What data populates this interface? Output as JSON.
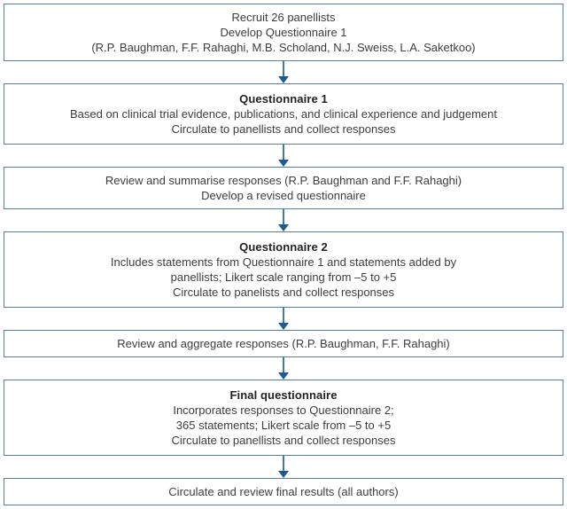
{
  "theme": {
    "background": "#ffffff",
    "border_color": "#56809e",
    "arrow_color": "#1b5a96",
    "arrow_stem_color": "#4279a8",
    "text_color": "#3d3d3d",
    "title_color": "#222222"
  },
  "flowchart": {
    "boxes": [
      {
        "lines": [
          "Recruit 26 panellists",
          "Develop Questionnaire 1",
          "(R.P. Baughman, F.F. Rahaghi, M.B. Scholand, N.J. Sweiss, L.A. Saketkoo)"
        ]
      },
      {
        "title": "Questionnaire 1",
        "lines": [
          "Based on clinical trial evidence, publications, and clinical experience and judgement",
          "Circulate to panellists and collect responses"
        ]
      },
      {
        "lines": [
          "Review and summarise responses (R.P. Baughman and F.F. Rahaghi)",
          "Develop a revised questionnaire"
        ]
      },
      {
        "title": "Questionnaire 2",
        "lines": [
          "Includes statements from Questionnaire 1 and statements added by",
          "panellists; Likert scale ranging from –5 to +5",
          "Circulate to panelists and collect responses"
        ]
      },
      {
        "lines": [
          "Review and aggregate responses (R.P. Baughman, F.F. Rahaghi)"
        ]
      },
      {
        "title": "Final questionnaire",
        "lines": [
          "Incorporates responses to Questionnaire 2;",
          "365 statements; Likert scale from –5 to +5",
          "Circulate to panellists and collect responses"
        ]
      },
      {
        "lines": [
          "Circulate and review final results (all authors)"
        ]
      }
    ]
  }
}
